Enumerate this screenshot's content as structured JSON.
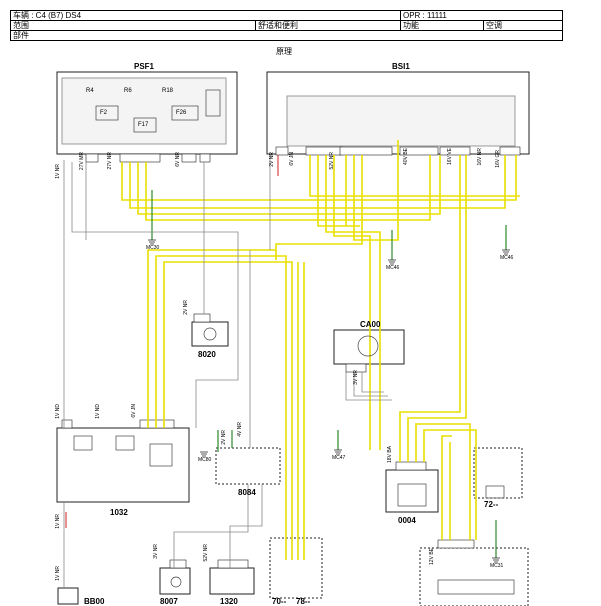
{
  "header": {
    "vehicle": "车辆 : C4 (B7) DS4",
    "opr": "OPR : 11111",
    "scope_label": "范围",
    "scope_value": "舒适和便利",
    "function_label": "功能",
    "function_value": "空调",
    "part_label": "部件"
  },
  "subtitle": "原理",
  "modules": {
    "psf1": "PSF1",
    "bsi1": "BSI1",
    "ca00": "CA00",
    "m8020": "8020",
    "m8084": "8084",
    "m1032": "1032",
    "m0004": "0004",
    "m72": "72--",
    "m8007": "8007",
    "m1320": "1320",
    "m70": "70--",
    "m78": "78--",
    "bb00": "BB00"
  },
  "fuses": {
    "f4": "F2",
    "f6": "F17",
    "f10": "F26",
    "r4": "R4",
    "r6": "R6",
    "r10": "R18"
  },
  "grounds": {
    "mc30": "MC30",
    "mc46": "MC46",
    "mc80": "MC80",
    "mc47": "MC47",
    "mc31": "MC31"
  },
  "wires": {
    "psf1_a": "1V NR",
    "psf1_b": "27V MR",
    "psf1_c": "27V NR",
    "psf1_d": "6V NR",
    "bsi_a": "2V NR",
    "bsi_b": "6V JN",
    "bsi_c": "52V NR",
    "bsi_d": "40V BE",
    "bsi_e": "16V VE",
    "bsi_f": "16V NR",
    "bsi_g": "16V GR",
    "m8020_w": "2V NR",
    "ca00_w": "3V NR",
    "m1032_a": "1V ND",
    "m1032_b": "1V ND",
    "m1032_c": "6V JN",
    "m8084_w": "4V NR",
    "m8084_x": "2V NR",
    "m0004_w": "18V BA",
    "m8007_w": "3V NR",
    "m1320_w": "52V NR",
    "m72_w": "12V BE",
    "bb00_w": "1V NR",
    "lead_w": "1V NR"
  },
  "colors": {
    "yellow": "#e8e000",
    "green": "#2a8a2a",
    "red": "#d02020",
    "gray": "#888888",
    "dark": "#222222"
  }
}
